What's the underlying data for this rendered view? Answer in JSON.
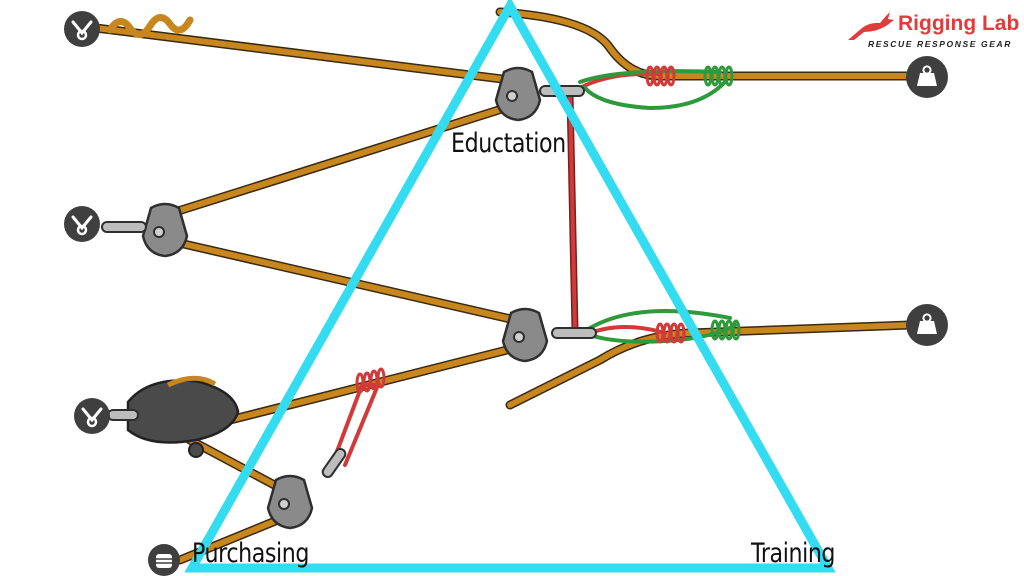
{
  "logo": {
    "name": "Rigging Lab",
    "tagline": "RESCUE RESPONSE GEAR"
  },
  "triangle": {
    "labels": {
      "top": "Eductation",
      "left": "Purchasing",
      "right": "Training"
    }
  },
  "colors": {
    "triangle": "#33dcf0",
    "rope": "#c8861f",
    "rope_dark": "#3a2a10",
    "red_cord": "#d23a3a",
    "green_cord": "#2f9a3c",
    "pulley": "#8a8a8a",
    "pulley_dark": "#3a3a3a",
    "anchor_badge": "#3f3f3f",
    "logo_red": "#e23b3b"
  },
  "icons": [
    "anchor-icon",
    "anchor-icon",
    "anchor-icon",
    "anchor-icon",
    "weight-icon",
    "weight-icon",
    "fist-icon"
  ]
}
